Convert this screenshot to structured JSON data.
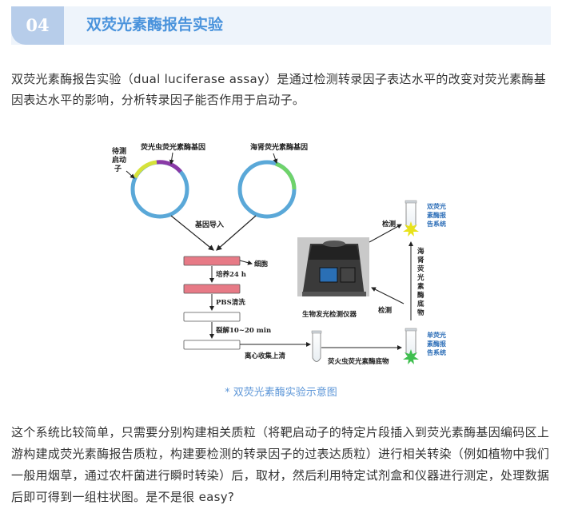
{
  "section": {
    "number": "04",
    "title": "双荧光素酶报告实验"
  },
  "intro_paragraph": "双荧光素酶报告实验（dual luciferase assay）是通过检测转录因子表达水平的改变对荧光素酶基因表达水平的影响，分析转录因子能否作用于启动子。",
  "figure": {
    "caption": "* 双荧光素酶实验示意图",
    "labels": {
      "promoter_line1": "待测",
      "promoter_line2": "启动",
      "promoter_line3": "子",
      "firefly_gene": "荧光虫荧光素酶基因",
      "renilla_gene": "海肾荧光素酶基因",
      "gene_import": "基因导入",
      "cells": "细胞",
      "culture": "培养24 h",
      "pbs_wash": "PBS清洗",
      "lysis": "裂解10~20 min",
      "centrifuge": "离心收集上清",
      "instrument": "生物发光检测仪器",
      "firefly_substrate": "荧火虫荧光素酶底物",
      "detect_top": "检测",
      "detect_mid": "检测",
      "renilla_substrate_chars": [
        "海",
        "肾",
        "荧",
        "光",
        "素",
        "酶",
        "底",
        "物"
      ],
      "dual_system": [
        "双荧光",
        "素酶报",
        "告系统"
      ],
      "single_system": [
        "单荧光",
        "素酶报",
        "告系统"
      ]
    },
    "colors": {
      "plasmid_ring": "#5aa8d8",
      "promoter_segment": "#d6e23a",
      "firefly_segment": "#8a3aa6",
      "renilla_segment": "#6fd36a",
      "dish_fill": "#e77a86",
      "dish_empty": "#ffffff",
      "glow_yellow": "#e8e21a",
      "glow_green": "#3fbf4f"
    }
  },
  "body_paragraph": "这个系统比较简单，只需要分别构建相关质粒（将靶启动子的特定片段插入到荧光素酶基因编码区上游构建成荧光素酶报告质粒，构建要检测的转录因子的过表达质粒）进行相关转染（例如植物中我们一般用烟草，通过农杆菌进行瞬时转染）后，取材，然后利用特定试剂盒和仪器进行测定，处理数据后即可得到一组柱状图。是不是很 easy?"
}
